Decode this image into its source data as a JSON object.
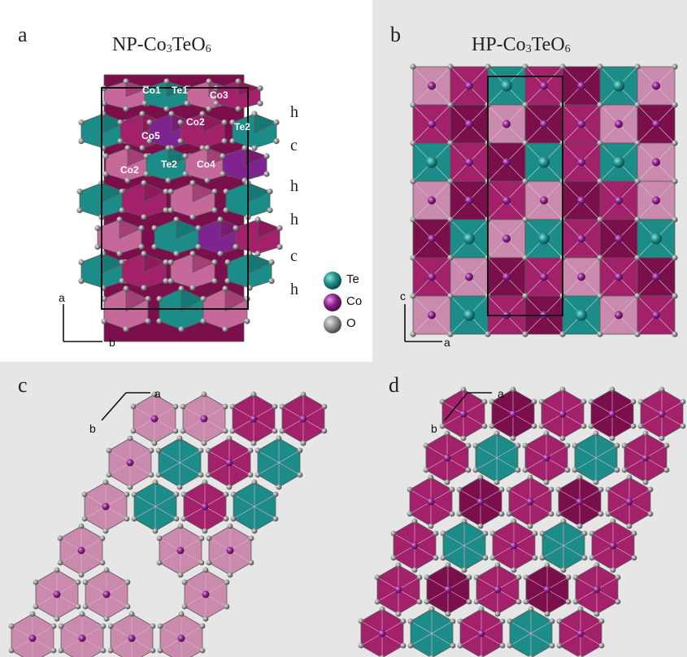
{
  "panels": {
    "a": {
      "label": "a",
      "title": {
        "pre": "NP-Co",
        "s1": "3",
        "mid": "TeO",
        "s2": "6"
      },
      "stacking": [
        "h",
        "c",
        "h",
        "h",
        "c",
        "h"
      ],
      "atom_labels": [
        "Co1",
        "Te1",
        "Co3",
        "Co5",
        "Co2",
        "Te2",
        "Co2",
        "Te2",
        "Co4"
      ],
      "axes": {
        "vertical": "a",
        "horizontal": "b"
      }
    },
    "b": {
      "label": "b",
      "title": {
        "pre": "HP-Co",
        "s1": "3",
        "mid": "TeO",
        "s2": "6"
      },
      "axes": {
        "vertical": "c",
        "horizontal": "a"
      }
    },
    "c": {
      "label": "c",
      "axes": {
        "first": "a",
        "second": "b"
      }
    },
    "d": {
      "label": "d",
      "axes": {
        "first": "a",
        "second": "b"
      }
    }
  },
  "legend": [
    {
      "label": "Te",
      "color": "#1a8a86"
    },
    {
      "label": "Co",
      "color": "#8a1f8a"
    },
    {
      "label": "O",
      "color": "#777777"
    }
  ],
  "colors": {
    "co_dark": "#7a0f4c",
    "co_mid": "#a3216b",
    "co_light": "#c7689a",
    "co_pale": "#c98aad",
    "te": "#1b8c88",
    "te_dark": "#0f605d",
    "oxygen": "#8c8c8c",
    "purple": "#7d2490"
  }
}
